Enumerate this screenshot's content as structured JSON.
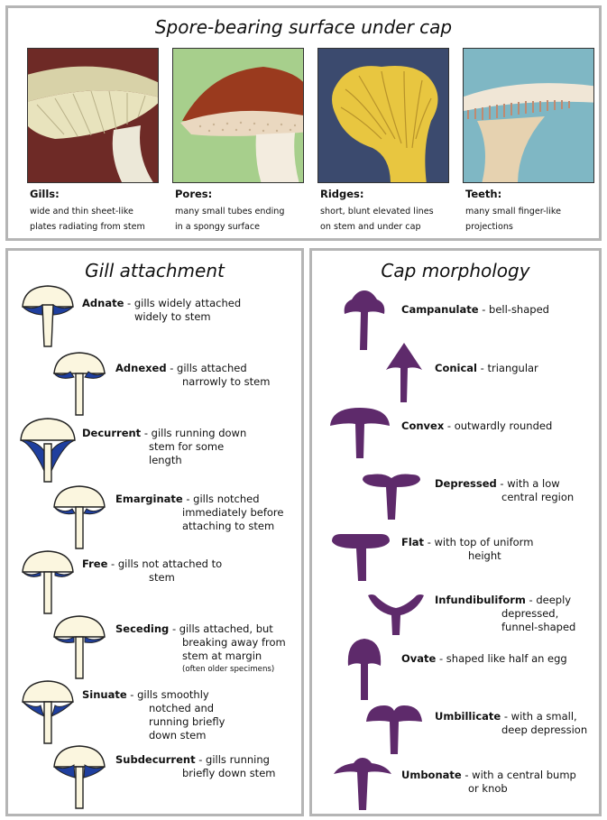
{
  "top": {
    "title": "Spore-bearing surface under cap",
    "surfaces": [
      {
        "name": "Gills:",
        "desc1": "wide and thin sheet-like",
        "desc2": "plates radiating from stem",
        "icon": "gills-illustration"
      },
      {
        "name": "Pores:",
        "desc1": "many small tubes ending",
        "desc2": "in a spongy surface",
        "icon": "pores-illustration"
      },
      {
        "name": "Ridges:",
        "desc1": "short, blunt elevated lines",
        "desc2": "on stem and under cap",
        "icon": "ridges-illustration"
      },
      {
        "name": "Teeth:",
        "desc1": "many small finger-like",
        "desc2": "projections",
        "icon": "teeth-illustration"
      }
    ]
  },
  "gill": {
    "title": "Gill attachment",
    "items": [
      {
        "name": "Adnate",
        "l1": " - gills widely attached",
        "l2": "widely to stem"
      },
      {
        "name": "Adnexed",
        "l1": " - gills attached",
        "l2": "narrowly to stem"
      },
      {
        "name": "Decurrent",
        "l1": " - gills running down",
        "l2": "stem for some",
        "l3": "length"
      },
      {
        "name": "Emarginate",
        "l1": " - gills notched",
        "l2": "immediately before",
        "l3": "attaching to stem"
      },
      {
        "name": "Free",
        "l1": " - gills not attached to",
        "l2": "stem"
      },
      {
        "name": "Seceding",
        "l1": " - gills attached, but",
        "l2": "breaking away from",
        "l3": "stem at margin",
        "l4": "(often older specimens)"
      },
      {
        "name": "Sinuate",
        "l1": " - gills smoothly",
        "l2": "notched and",
        "l3": "running briefly",
        "l4": "down stem"
      },
      {
        "name": "Subdecurrent",
        "l1": " - gills running",
        "l2": "briefly down stem"
      }
    ]
  },
  "cap": {
    "title": "Cap morphology",
    "items": [
      {
        "name": "Campanulate",
        "l1": " - bell-shaped"
      },
      {
        "name": "Conical",
        "l1": " - triangular"
      },
      {
        "name": "Convex",
        "l1": " - outwardly rounded"
      },
      {
        "name": "Depressed",
        "l1": " - with a low",
        "l2": "central region"
      },
      {
        "name": "Flat",
        "l1": " - with top of uniform",
        "l2": "height"
      },
      {
        "name": "Infundibuliform",
        "l1": " - deeply",
        "l2": "depressed,",
        "l3": "funnel-shaped"
      },
      {
        "name": "Ovate",
        "l1": " - shaped like half an egg"
      },
      {
        "name": "Umbillicate",
        "l1": " - with a small,",
        "l2": "deep depression"
      },
      {
        "name": "Umbonate",
        "l1": " - with a central bump",
        "l2": "or knob"
      }
    ]
  },
  "colors": {
    "gill_blue": "#1f3f9e",
    "cap_cream": "#fbf6df",
    "cap_purple": "#5e2a6b",
    "border_gray": "#b5b5b5"
  }
}
